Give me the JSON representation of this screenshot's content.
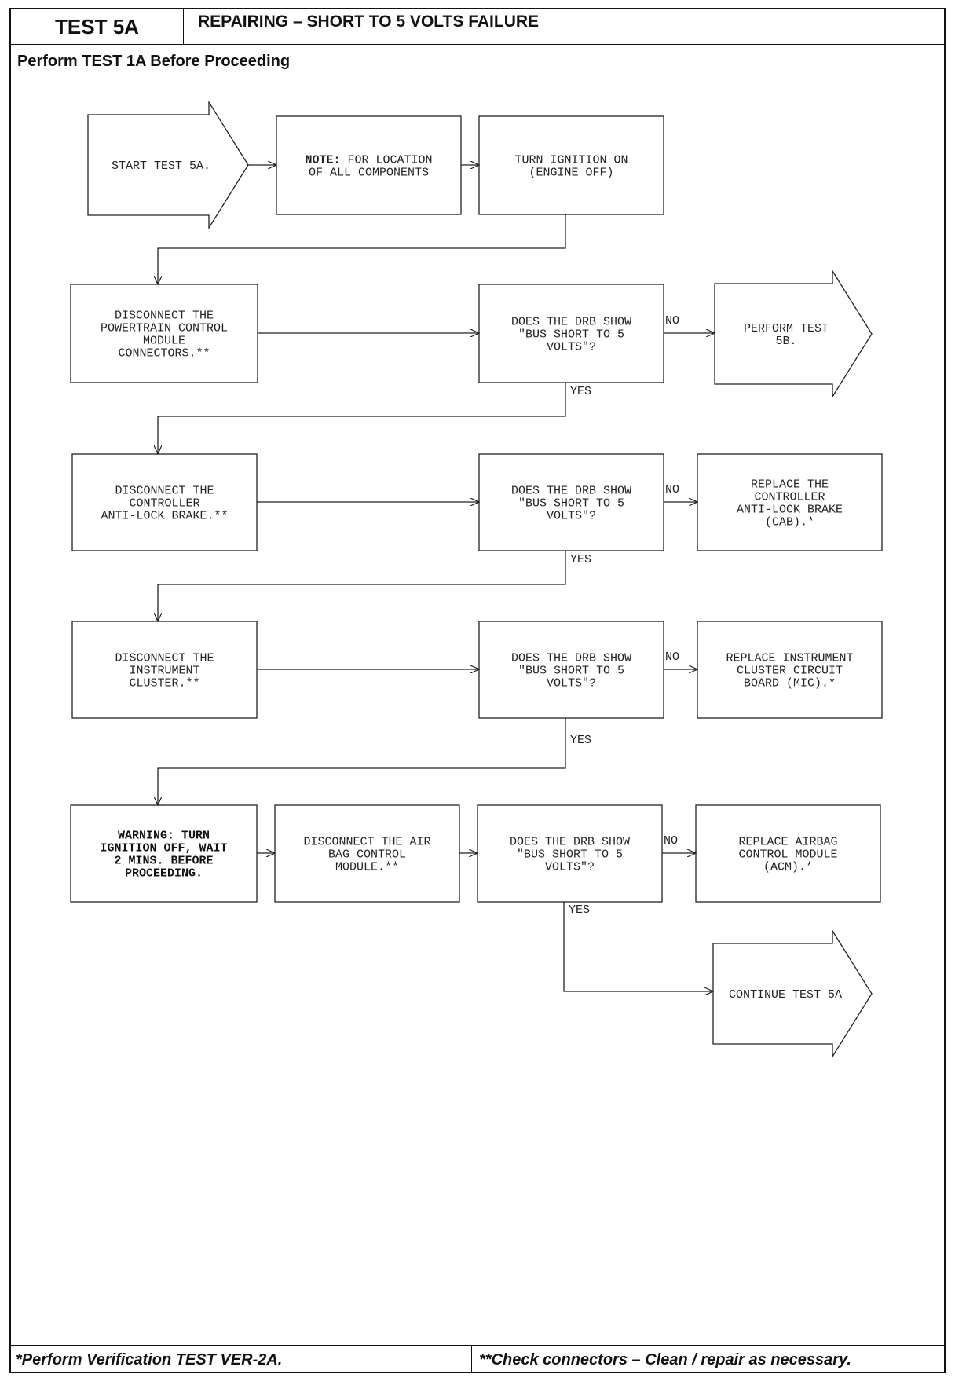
{
  "header": {
    "test_id": "TEST 5A",
    "title": "REPAIRING – SHORT TO 5 VOLTS FAILURE",
    "prerequisite": "Perform TEST 1A Before Proceeding"
  },
  "footer": {
    "left_note": "*Perform Verification TEST VER-2A.",
    "right_note": "**Check connectors – Clean / repair as necessary."
  },
  "flow": {
    "start": [
      "START TEST 5A."
    ],
    "note": [
      {
        "b": "NOTE:",
        "t": " FOR LOCATION"
      },
      {
        "t": "OF ALL COMPONENTS"
      }
    ],
    "ignition_on": [
      "TURN IGNITION ON",
      "(ENGINE OFF)"
    ],
    "disconnect_pcm": [
      "DISCONNECT THE",
      "POWERTRAIN CONTROL",
      "MODULE",
      "CONNECTORS.**"
    ],
    "check_1": [
      "DOES THE DRB SHOW",
      "\"BUS SHORT TO 5",
      "VOLTS\"?"
    ],
    "perform_5b": [
      "PERFORM TEST",
      "5B."
    ],
    "disconnect_cab": [
      "DISCONNECT THE",
      "CONTROLLER",
      "ANTI-LOCK BRAKE.**"
    ],
    "check_2": [
      "DOES THE DRB SHOW",
      "\"BUS SHORT TO 5",
      "VOLTS\"?"
    ],
    "replace_cab": [
      "REPLACE THE",
      "CONTROLLER",
      "ANTI-LOCK BRAKE",
      "(CAB).*"
    ],
    "disconnect_cluster": [
      "DISCONNECT THE",
      "INSTRUMENT",
      "CLUSTER.**"
    ],
    "check_3": [
      "DOES THE DRB SHOW",
      "\"BUS SHORT TO 5",
      "VOLTS\"?"
    ],
    "replace_mic": [
      "REPLACE INSTRUMENT",
      "CLUSTER CIRCUIT",
      "BOARD (MIC).*"
    ],
    "warning": [
      "WARNING: TURN",
      "IGNITION OFF, WAIT",
      "2 MINS. BEFORE",
      "PROCEEDING."
    ],
    "disconnect_acm": [
      "DISCONNECT THE AIR",
      "BAG CONTROL",
      "MODULE.**"
    ],
    "check_4": [
      "DOES THE DRB SHOW",
      "\"BUS SHORT TO 5",
      "VOLTS\"?"
    ],
    "replace_acm": [
      "REPLACE AIRBAG",
      "CONTROL MODULE",
      "(ACM).*"
    ],
    "continue": [
      "CONTINUE TEST 5A"
    ],
    "labels": {
      "yes": "YES",
      "no": "NO"
    }
  }
}
